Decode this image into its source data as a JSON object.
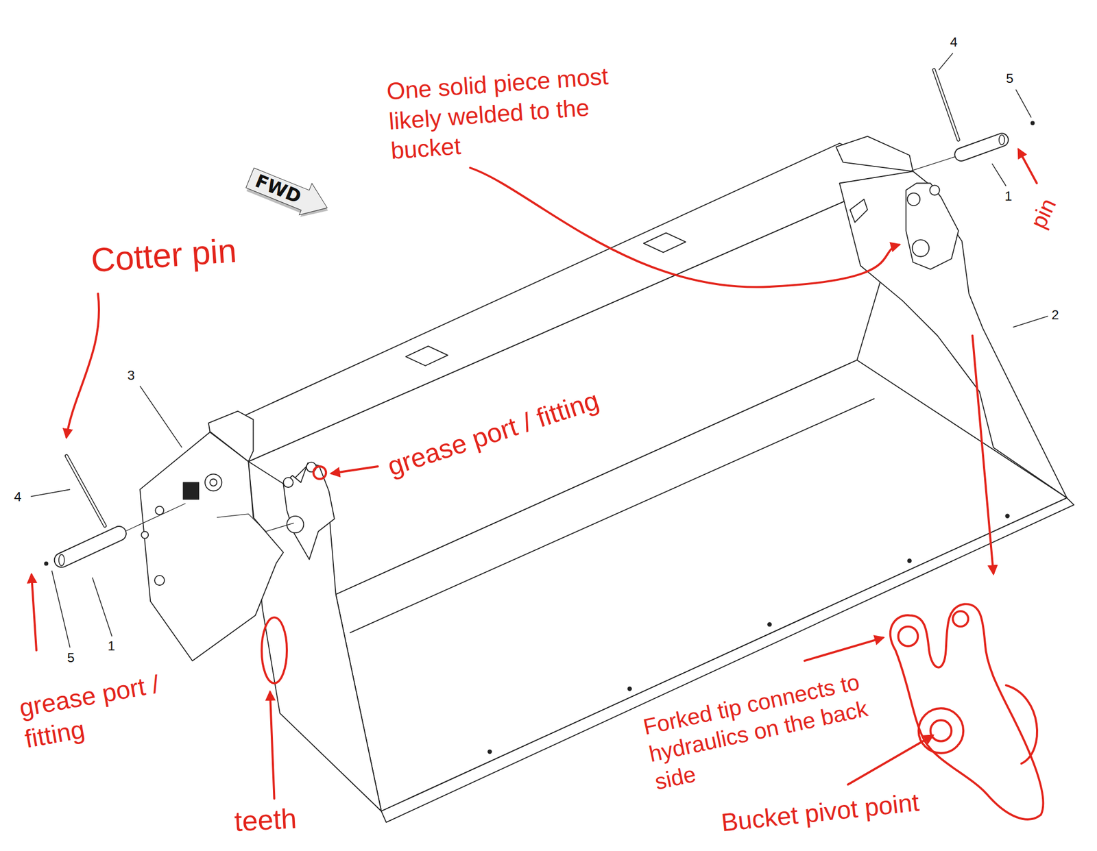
{
  "diagram": {
    "nodes": [
      {
        "text": [
          "FWD"
        ]
      }
    ],
    "labels": [
      "One solid piece most likely welded to the bucket",
      "4",
      "5",
      "pin",
      "1",
      "2",
      "Cotter pin",
      "3",
      "grease port / fitting",
      "4",
      "1",
      "5",
      "grease port / fitting",
      "teeth",
      "Forked tip connects to hydraulics on the back side",
      "Bucket pivot point"
    ]
  }
}
